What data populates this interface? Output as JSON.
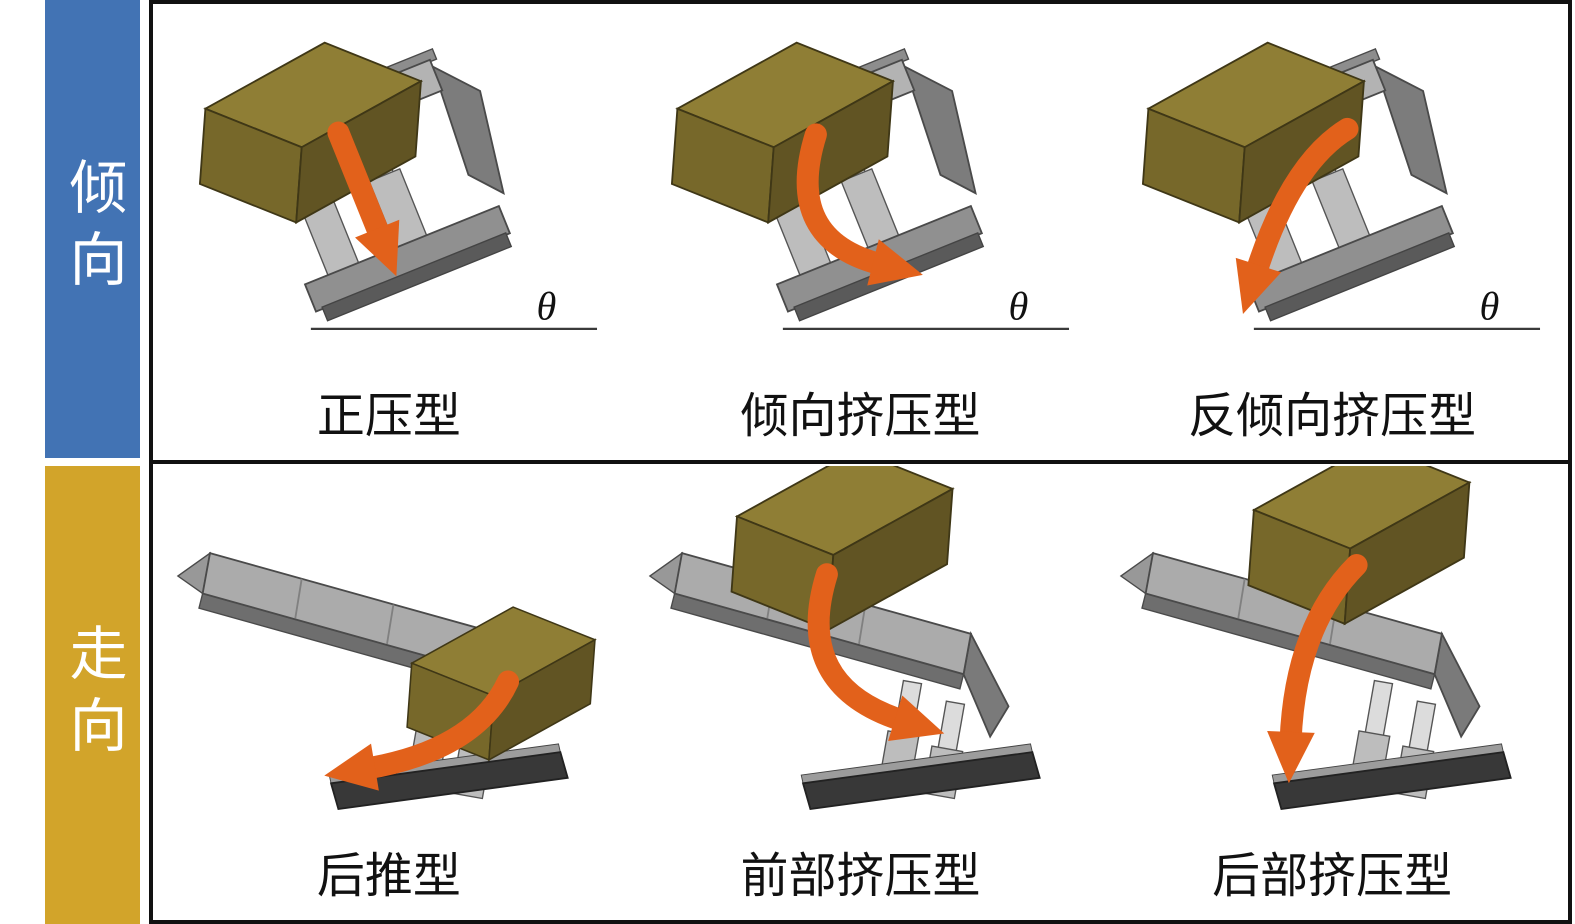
{
  "figure": {
    "rows": [
      {
        "side_label": "倾向",
        "cells": [
          {
            "caption": "正压型",
            "theta": "θ"
          },
          {
            "caption": "倾向挤压型",
            "theta": "θ"
          },
          {
            "caption": "反倾向挤压型",
            "theta": "θ"
          }
        ]
      },
      {
        "side_label": "走向",
        "cells": [
          {
            "caption": "后推型"
          },
          {
            "caption": "前部挤压型"
          },
          {
            "caption": "后部挤压型"
          }
        ]
      }
    ],
    "colors": {
      "dip_label_bg": "#4273b4",
      "strike_label_bg": "#d2a42a",
      "label_text": "#ffffff",
      "impact_arrow": "#e2611b",
      "rock_block_top": "#8f7e35",
      "rock_block_front": "#77682a",
      "rock_block_side": "#615423",
      "support_gray": "#a8a8a8",
      "support_dark": "#5a5a5a",
      "caption_text": "#111111",
      "border": "#111111"
    }
  }
}
